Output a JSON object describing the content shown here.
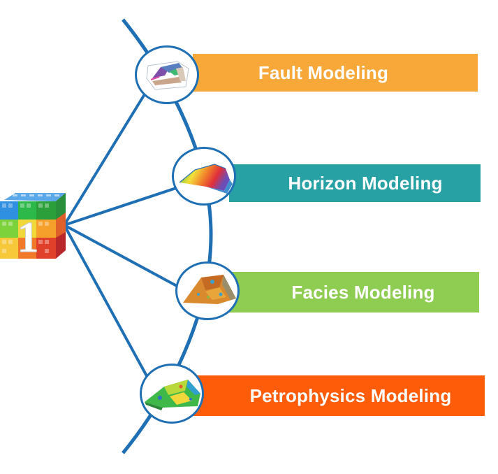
{
  "colors": {
    "line": "#1f6fb5",
    "fault": "#f7a839",
    "horizon": "#27a1a3",
    "facies": "#8fcc52",
    "petrophysics": "#ff5c0a"
  },
  "branches": [
    {
      "label": "Fault Modeling",
      "icon": "fault-model-icon"
    },
    {
      "label": "Horizon Modeling",
      "icon": "horizon-surface-icon"
    },
    {
      "label": "Facies Modeling",
      "icon": "facies-map-icon"
    },
    {
      "label": "Petrophysics Modeling",
      "icon": "petrophysics-map-icon"
    }
  ],
  "hub": {
    "icon": "grid-cube-logo",
    "digit": "1"
  }
}
